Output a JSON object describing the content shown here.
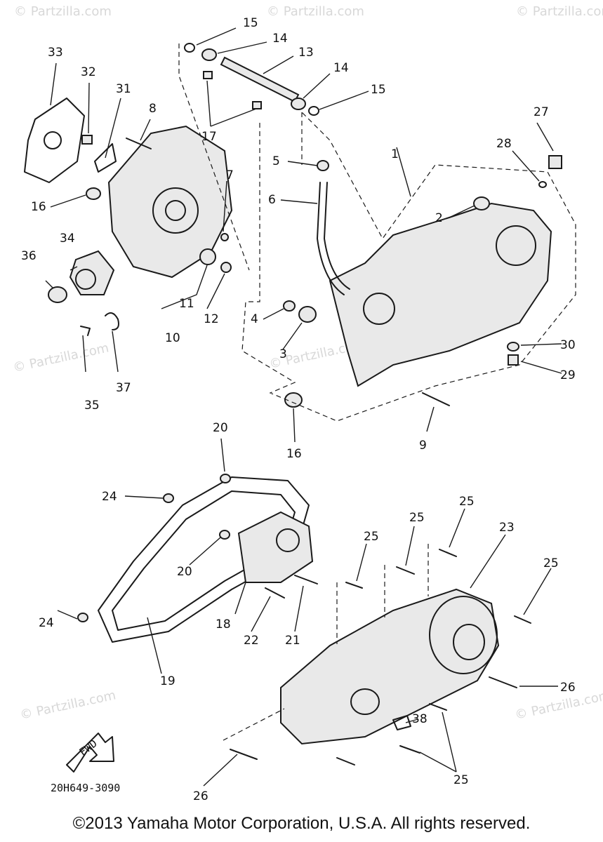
{
  "watermark": "© Partzilla.com",
  "drawing_code": "20H649-3090",
  "fwd_label": "FWD",
  "copyright": "©2013 Yamaha Motor Corporation, U.S.A. All rights reserved.",
  "callouts": {
    "c1": "1",
    "c2": "2",
    "c3": "3",
    "c4": "4",
    "c5": "5",
    "c6": "6",
    "c7": "7",
    "c8": "8",
    "c9": "9",
    "c10": "10",
    "c11": "11",
    "c12": "12",
    "c13": "13",
    "c14a": "14",
    "c14b": "14",
    "c15a": "15",
    "c15b": "15",
    "c16a": "16",
    "c16b": "16",
    "c17": "17",
    "c18": "18",
    "c19": "19",
    "c20a": "20",
    "c20b": "20",
    "c21": "21",
    "c22": "22",
    "c23": "23",
    "c24a": "24",
    "c24b": "24",
    "c25a": "25",
    "c25b": "25",
    "c25c": "25",
    "c25d": "25",
    "c25e": "25",
    "c26a": "26",
    "c26b": "26",
    "c27": "27",
    "c28": "28",
    "c29": "29",
    "c30": "30",
    "c31": "31",
    "c32": "32",
    "c33": "33",
    "c34": "34",
    "c35": "35",
    "c36": "36",
    "c37": "37",
    "c38": "38"
  }
}
